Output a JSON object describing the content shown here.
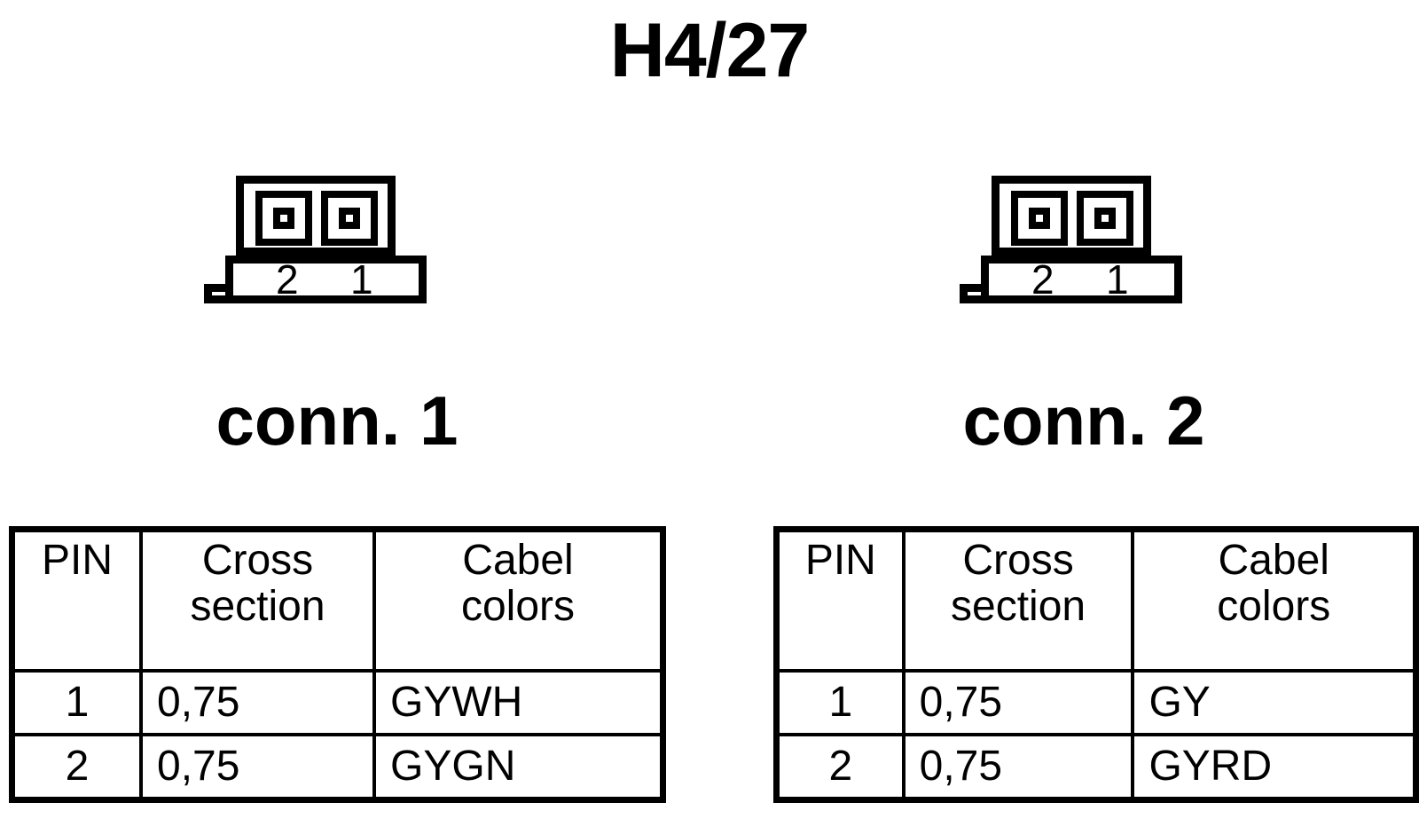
{
  "title": "H4/27",
  "connectors": [
    {
      "caption": "conn. 1",
      "symbol": {
        "pin_labels": [
          "2",
          "1"
        ],
        "slots": 2
      },
      "table": {
        "headers": {
          "pin": "PIN",
          "section_line1": "Cross",
          "section_line2": "section",
          "colors_line1": "Cabel",
          "colors_line2": "colors"
        },
        "rows": [
          {
            "pin": "1",
            "cross_section": "0,75",
            "cabel_colors": "GYWH"
          },
          {
            "pin": "2",
            "cross_section": "0,75",
            "cabel_colors": "GYGN"
          }
        ]
      }
    },
    {
      "caption": "conn. 2",
      "symbol": {
        "pin_labels": [
          "2",
          "1"
        ],
        "slots": 2
      },
      "table": {
        "headers": {
          "pin": "PIN",
          "section_line1": "Cross",
          "section_line2": "section",
          "colors_line1": "Cabel",
          "colors_line2": "colors"
        },
        "rows": [
          {
            "pin": "1",
            "cross_section": "0,75",
            "cabel_colors": "GY"
          },
          {
            "pin": "2",
            "cross_section": "0,75",
            "cabel_colors": "GYRD"
          }
        ]
      }
    }
  ],
  "colors": {
    "ink": "#000000",
    "background": "#ffffff"
  }
}
